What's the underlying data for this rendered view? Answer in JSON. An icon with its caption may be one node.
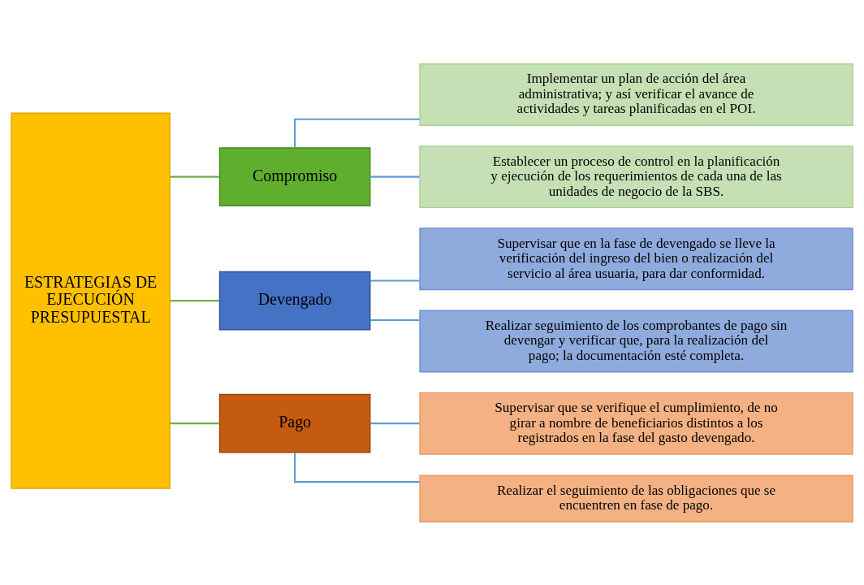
{
  "diagram": {
    "nodes": [
      {
        "text": [
          "ESTRATEGIAS DE EJECUCIÓN PRESUPUESTAL"
        ]
      },
      {
        "text": [
          "Compromiso"
        ]
      },
      {
        "text": [
          "Devengado"
        ]
      },
      {
        "text": [
          "Pago"
        ]
      },
      {
        "text": [
          "Implementar un plan de acción del área administrativa; y así verificar el avance de actividades y tareas planificadas en el POI."
        ]
      },
      {
        "text": [
          "Establecer un proceso de control en la planificación y ejecución de los requerimientos de cada una de las unidades de negocio de la SBS."
        ]
      },
      {
        "text": [
          "Supervisar que en la fase de devengado se lleve la verificación del ingreso del bien o realización del servicio al área usuaria, para dar conformidad."
        ]
      },
      {
        "text": [
          "Realizar seguimiento de los comprobantes de pago sin devengar y verificar que, para la realización del pago; la documentación esté completa."
        ]
      },
      {
        "text": [
          "Supervisar que se verifique el cumplimiento, de no girar a nombre de beneficiarios distintos a los registrados en la fase del gasto devengado."
        ]
      },
      {
        "text": [
          "Realizar el seguimiento de las obligaciones que se encuentren en fase de pago."
        ]
      }
    ],
    "edges": [
      {
        "from": 0,
        "to": 1,
        "arrow": "none",
        "color": "#70ad47"
      },
      {
        "from": 0,
        "to": 2,
        "arrow": "none",
        "color": "#70ad47"
      },
      {
        "from": 0,
        "to": 3,
        "arrow": "none",
        "color": "#70ad47"
      },
      {
        "from": 1,
        "to": 4,
        "arrow": "none"
      },
      {
        "from": 1,
        "to": 5,
        "arrow": "none"
      },
      {
        "from": 2,
        "to": 6,
        "arrow": "none"
      },
      {
        "from": 2,
        "to": 7,
        "arrow": "none"
      },
      {
        "from": 3,
        "to": 8,
        "arrow": "none"
      },
      {
        "from": 3,
        "to": 9,
        "arrow": "none"
      }
    ]
  }
}
